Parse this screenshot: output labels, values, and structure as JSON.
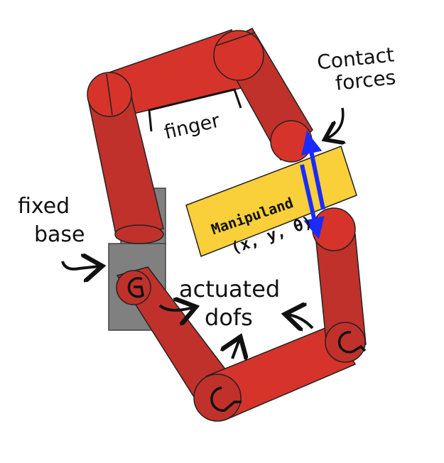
{
  "labels": {
    "finger": "finger",
    "fixed_base_line1": "fixed",
    "fixed_base_line2": "base",
    "contact_line1": "Contact",
    "contact_line2": "forces",
    "manipuland_line1": "Manipuland",
    "manipuland_line2": "(x, y, θ)",
    "actuated_line1": "actuated",
    "actuated_line2": "dofs"
  },
  "colors": {
    "link_fill": "#c0312b",
    "link_dark": "#8e1f1b",
    "cap_fill": "#d6342b",
    "base_fill": "#808080",
    "manipuland_fill": "#f9cf3a",
    "force_arrow": "#1a2bff",
    "ink": "#111111"
  }
}
